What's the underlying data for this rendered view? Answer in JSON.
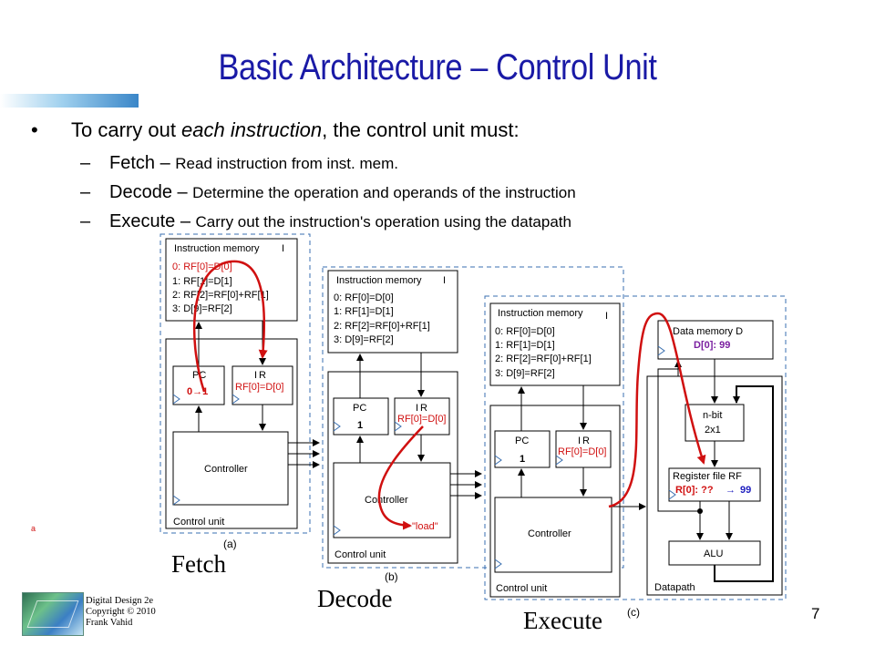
{
  "slide": {
    "title": "Basic Architecture – Control Unit",
    "bullet": {
      "marker": "•",
      "prefix": "To carry out ",
      "emphasis": "each instruction",
      "suffix": ", the control unit must:"
    },
    "steps": [
      {
        "marker": "–",
        "name": "Fetch – ",
        "desc": "Read instruction from inst. mem."
      },
      {
        "marker": "–",
        "name": "Decode – ",
        "desc": "Determine the operation and operands of the instruction"
      },
      {
        "marker": "–",
        "name": "Execute – ",
        "desc": "Carry out the instruction's operation using the datapath"
      }
    ],
    "figure_labels": {
      "fetch": "Fetch",
      "decode": "Decode",
      "execute": "Execute"
    },
    "captions": {
      "a": "(a)",
      "b": "(b)",
      "c": "(c)"
    },
    "footer": [
      "Digital Design 2e",
      "Copyright © 2010",
      "Frank Vahid"
    ],
    "page_number": "7",
    "stray_mark": "a"
  },
  "diagram": {
    "imem_title": "Instruction memory",
    "imem_symbol": "I",
    "program": [
      "0: RF[0]=D[0]",
      "1: RF[1]=D[1]",
      "2: RF[2]=RF[0]+RF[1]",
      "3: D[9]=RF[2]"
    ],
    "pc_label": "PC",
    "ir_symbol": "I",
    "ir_suffix": "R",
    "controller_label": "Controller",
    "control_unit_label": "Control unit",
    "panel_a": {
      "pc_value": "0→1",
      "ir_value": "RF[0]=D[0]"
    },
    "panel_b": {
      "pc_value": "1",
      "ir_value": "RF[0]=D[0]",
      "controller_out": "\"load\""
    },
    "panel_c": {
      "pc_value": "1",
      "ir_value": "RF[0]=D[0]",
      "dmem_title": "Data memory D",
      "dmem_value": "D[0]: 99",
      "mux_line1": "n-bit",
      "mux_line2": "2x1",
      "rf_title": "Register file RF",
      "rf_value_old": "R[0]: ??",
      "rf_arrow": "→",
      "rf_value_new": "99",
      "alu_label": "ALU",
      "datapath_label": "Datapath"
    }
  },
  "colors": {
    "title": "#1a1aa6",
    "annotation_red": "#d01010",
    "value_purple": "#7a1fa0",
    "value_blue": "#2020c0",
    "dashed_border": "#3a6fb0"
  }
}
